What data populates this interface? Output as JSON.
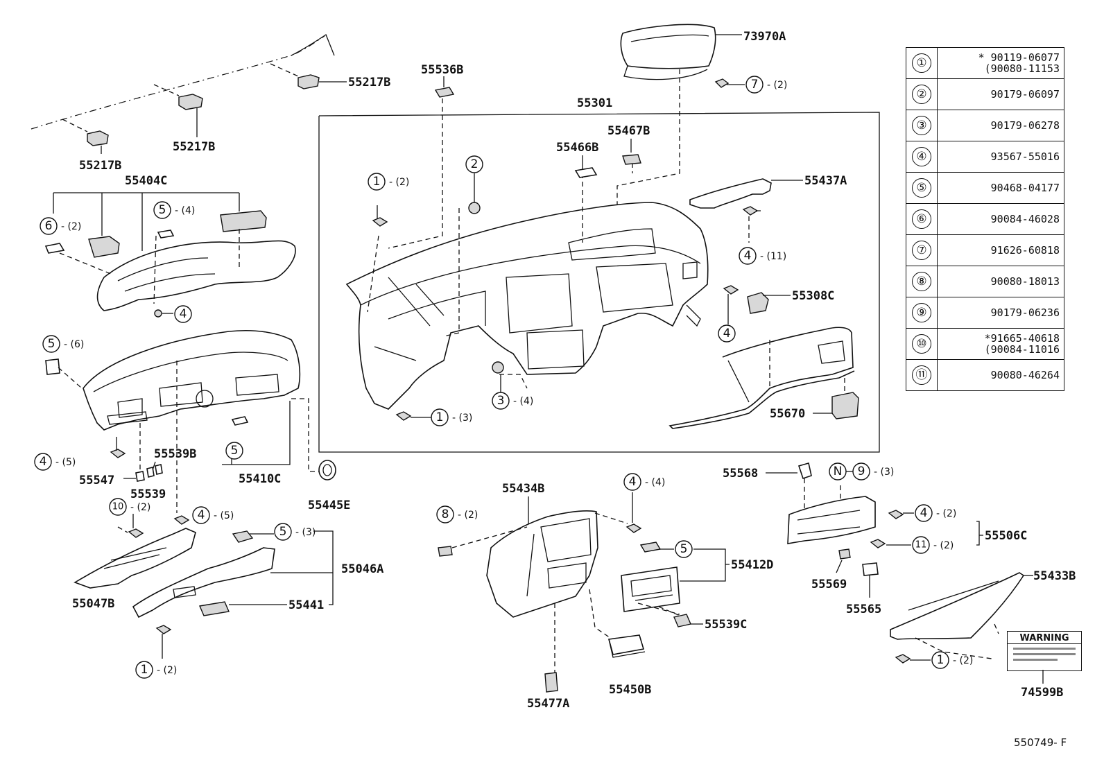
{
  "labels": {
    "p73970A": "73970A",
    "p55536B": "55536B",
    "p55217B_a": "55217B",
    "p55217B_b": "55217B",
    "p55217B_c": "55217B",
    "p55301": "55301",
    "p55467B": "55467B",
    "p55466B": "55466B",
    "p55437A": "55437A",
    "p55404C": "55404C",
    "p55308C": "55308C",
    "p55670": "55670",
    "p55539B": "55539B",
    "p55547": "55547",
    "p55539": "55539",
    "p55410C": "55410C",
    "p55445E": "55445E",
    "p55434B": "55434B",
    "p55568": "55568",
    "p55506C": "55506C",
    "p55047B": "55047B",
    "p55046A": "55046A",
    "p55441": "55441",
    "p55412D": "55412D",
    "p55569": "55569",
    "p55565": "55565",
    "p55433B": "55433B",
    "p55539C": "55539C",
    "p55450B": "55450B",
    "p55477A": "55477A",
    "p74599B": "74599B"
  },
  "callouts": {
    "c7": {
      "num": "7",
      "qty": "- (2)"
    },
    "c1a": {
      "num": "1",
      "qty": "- (2)"
    },
    "c2": {
      "num": "2",
      "qty": ""
    },
    "c6": {
      "num": "6",
      "qty": "- (2)"
    },
    "c5a": {
      "num": "5",
      "qty": "- (4)"
    },
    "c4a": {
      "num": "4",
      "qty": ""
    },
    "c4b": {
      "num": "4",
      "qty": "- (11)"
    },
    "c4c": {
      "num": "4",
      "qty": ""
    },
    "c5b": {
      "num": "5",
      "qty": "- (6)"
    },
    "c3": {
      "num": "3",
      "qty": "- (4)"
    },
    "c1b": {
      "num": "1",
      "qty": "- (3)"
    },
    "c4d": {
      "num": "4",
      "qty": "- (5)"
    },
    "c5c": {
      "num": "5",
      "qty": ""
    },
    "c10": {
      "num": "10",
      "qty": "- (2)"
    },
    "c4e": {
      "num": "4",
      "qty": "- (5)"
    },
    "c5d": {
      "num": "5",
      "qty": "- (3)"
    },
    "c8": {
      "num": "8",
      "qty": "- (2)"
    },
    "c4f": {
      "num": "4",
      "qty": "- (4)"
    },
    "c5e": {
      "num": "5",
      "qty": ""
    },
    "cN": {
      "num": "N",
      "qty": ""
    },
    "c9": {
      "num": "9",
      "qty": "- (3)"
    },
    "c4g": {
      "num": "4",
      "qty": "- (2)"
    },
    "c11": {
      "num": "11",
      "qty": "- (2)"
    },
    "c1c": {
      "num": "1",
      "qty": "- (2)"
    },
    "c1d": {
      "num": "1",
      "qty": "- (2)"
    }
  },
  "legend_table": [
    {
      "key": "①",
      "values": [
        "* 90119-06077",
        "(90080-11153"
      ]
    },
    {
      "key": "②",
      "values": [
        "90179-06097"
      ]
    },
    {
      "key": "③",
      "values": [
        "90179-06278"
      ]
    },
    {
      "key": "④",
      "values": [
        "93567-55016"
      ]
    },
    {
      "key": "⑤",
      "values": [
        "90468-04177"
      ]
    },
    {
      "key": "⑥",
      "values": [
        "90084-46028"
      ]
    },
    {
      "key": "⑦",
      "values": [
        "91626-60818"
      ]
    },
    {
      "key": "⑧",
      "values": [
        "90080-18013"
      ]
    },
    {
      "key": "⑨",
      "values": [
        "90179-06236"
      ]
    },
    {
      "key": "⑩",
      "values": [
        "*91665-40618",
        "(90084-11016"
      ]
    },
    {
      "key": "⑪",
      "values": [
        "90080-46264"
      ]
    }
  ],
  "warning_label": "WARNING",
  "footer": "550749- F"
}
